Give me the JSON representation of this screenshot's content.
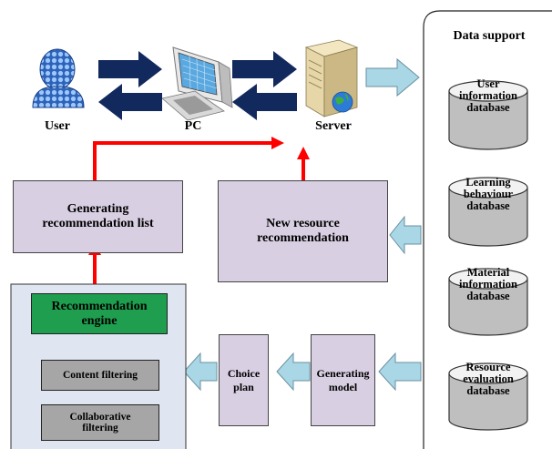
{
  "top": {
    "user_label": "User",
    "pc_label": "PC",
    "server_label": "Server"
  },
  "boxes": {
    "generating_list": "Generating recommendation  list",
    "new_resource": "New resource recommendation",
    "engine": "Recommendation engine",
    "content_filtering": "Content filtering",
    "collaborative_filtering": "Collaborative filtering",
    "choice_plan": "Choice plan",
    "generating_model": "Generating model"
  },
  "data_support": {
    "title": "Data support",
    "databases": [
      "User information database",
      "Learning behaviour database",
      "Material information database",
      "Resource evaluation database"
    ]
  },
  "colors": {
    "dark_arrow": "#12295e",
    "light_arrow": "#a9d7e6",
    "red_arrow": "#ff0000",
    "purple_box": "#d8cfe2",
    "engine_green": "#1e9e4e",
    "engine_panel": "#dfe6f2",
    "filter_gray": "#a6a6a6",
    "cylinder": "#bfbfbf"
  }
}
